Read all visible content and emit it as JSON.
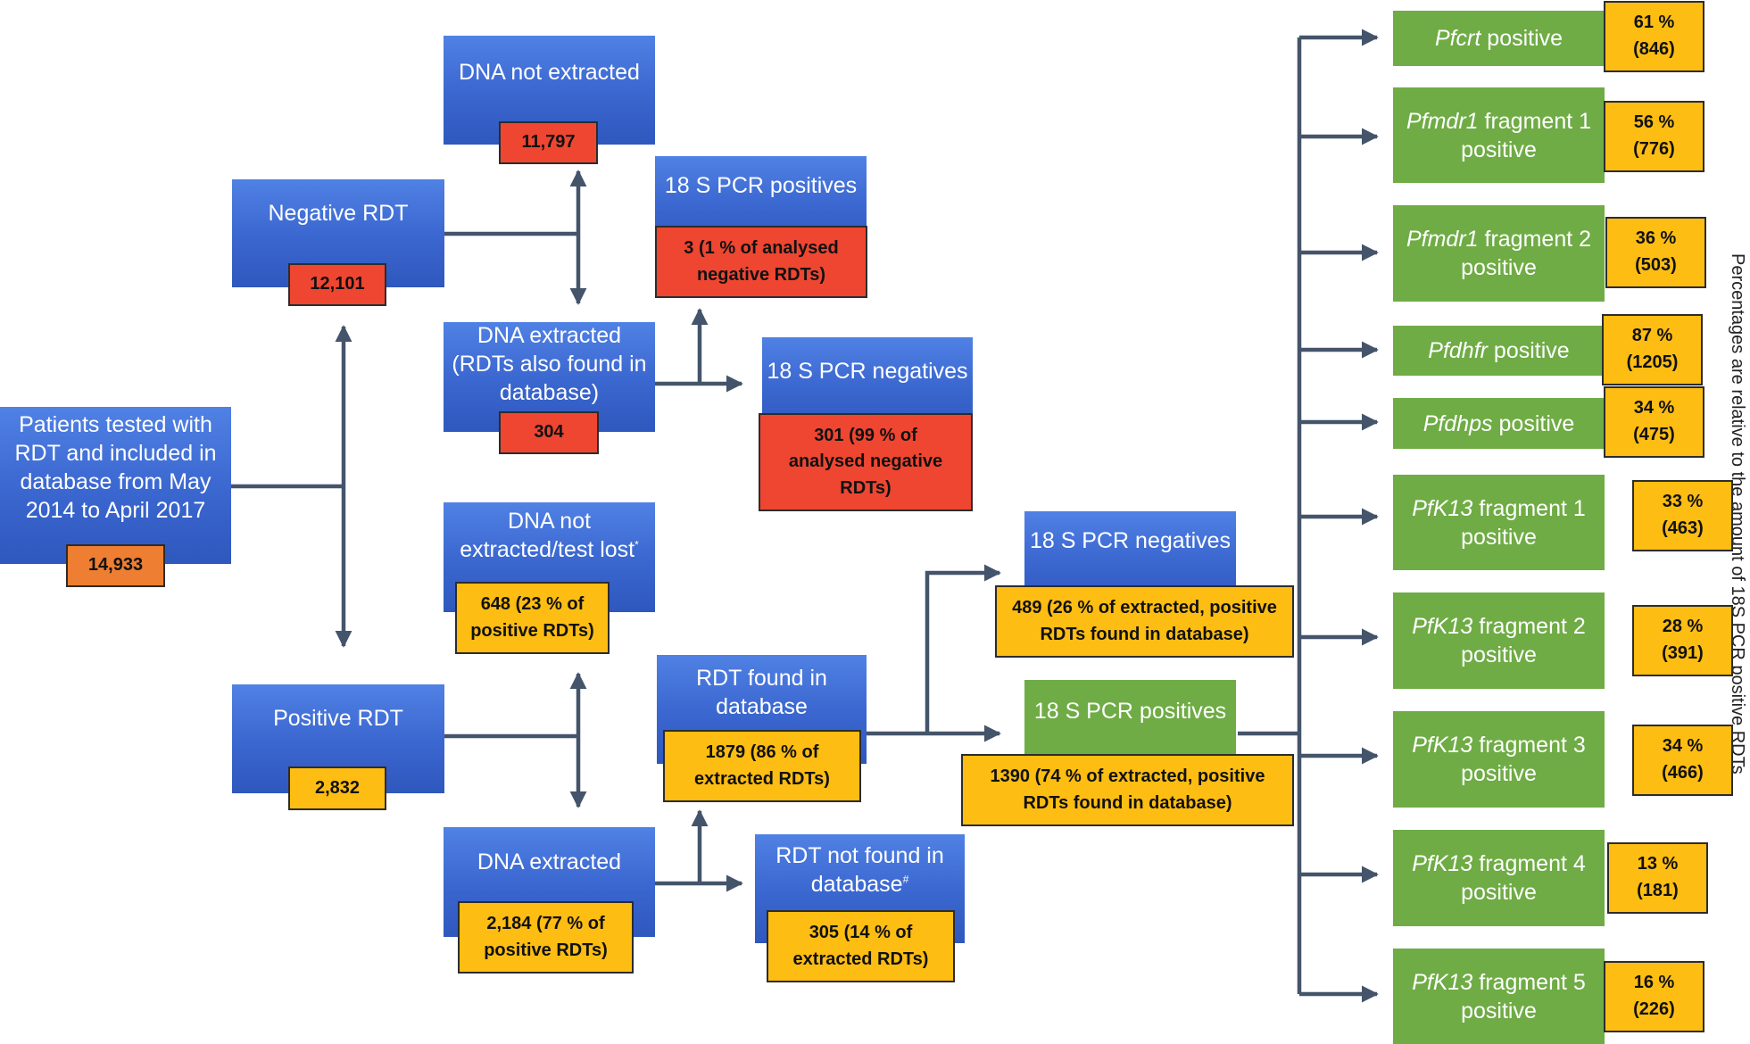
{
  "patients": {
    "label": "Patients tested with RDT and included in database from May 2014 to April 2017",
    "count": "14,933"
  },
  "negative_rdt": {
    "label": "Negative RDT",
    "count": "12,101"
  },
  "neg_dna_not_extracted": {
    "label": "DNA not extracted",
    "count": "11,797"
  },
  "neg_dna_extracted": {
    "label": "DNA extracted (RDTs also found in database)",
    "count": "304"
  },
  "neg_pcr_positives": {
    "label": "18 S PCR positives",
    "count": "3 (1 % of analysed negative RDTs)"
  },
  "neg_pcr_negatives": {
    "label": "18 S PCR negatives",
    "count": "301 (99 % of analysed negative RDTs)"
  },
  "positive_rdt": {
    "label": "Positive RDT",
    "count": "2,832"
  },
  "pos_dna_not_extracted": {
    "label": "DNA not extracted/test lost",
    "mark": "*",
    "count": "648 (23 % of positive RDTs)"
  },
  "pos_dna_extracted": {
    "label": "DNA extracted",
    "count": "2,184 (77 % of positive RDTs)"
  },
  "rdt_found": {
    "label": "RDT found in database",
    "count": "1879 (86 % of extracted RDTs)"
  },
  "rdt_not_found": {
    "label": "RDT not found in database",
    "mark": "#",
    "count": "305 (14 % of extracted RDTs)"
  },
  "pos_pcr_negatives": {
    "label": "18 S PCR negatives",
    "count": "489 (26 % of extracted, positive RDTs found in database)"
  },
  "pos_pcr_positives": {
    "label": "18 S PCR positives",
    "count": "1390 (74 % of extracted, positive RDTs found in database)"
  },
  "markers": [
    {
      "gene": "Pfcrt",
      "rest": " positive",
      "pct": "61 %",
      "n": "(846)"
    },
    {
      "gene": "Pfmdr1",
      "rest": " fragment 1 positive",
      "pct": "56 %",
      "n": "(776)"
    },
    {
      "gene": "Pfmdr1",
      "rest": " fragment 2 positive",
      "pct": "36 %",
      "n": "(503)"
    },
    {
      "gene": "Pfdhfr",
      "rest": " positive",
      "pct": "87 %",
      "n": "(1205)"
    },
    {
      "gene": "Pfdhps",
      "rest": " positive",
      "pct": "34 %",
      "n": "(475)"
    },
    {
      "gene": "PfK13",
      "rest": " fragment 1 positive",
      "pct": "33 %",
      "n": "(463)"
    },
    {
      "gene": "PfK13",
      "rest": " fragment 2 positive",
      "pct": "28 %",
      "n": "(391)"
    },
    {
      "gene": "PfK13",
      "rest": " fragment 3 positive",
      "pct": "34 %",
      "n": "(466)"
    },
    {
      "gene": "PfK13",
      "rest": " fragment 4 positive",
      "pct": "13 %",
      "n": "(181)"
    },
    {
      "gene": "PfK13",
      "rest": " fragment 5 positive",
      "pct": "16 %",
      "n": "(226)"
    }
  ],
  "side_note": "Percentages are relative to the amount of 18S PCR positive RDTs",
  "colors": {
    "box_blue": "#3a66cf",
    "box_green": "#6fac45",
    "count_red": "#ee4631",
    "count_yellow": "#fdbd12",
    "count_orange": "#ee7e32",
    "arrow": "#44546a"
  }
}
